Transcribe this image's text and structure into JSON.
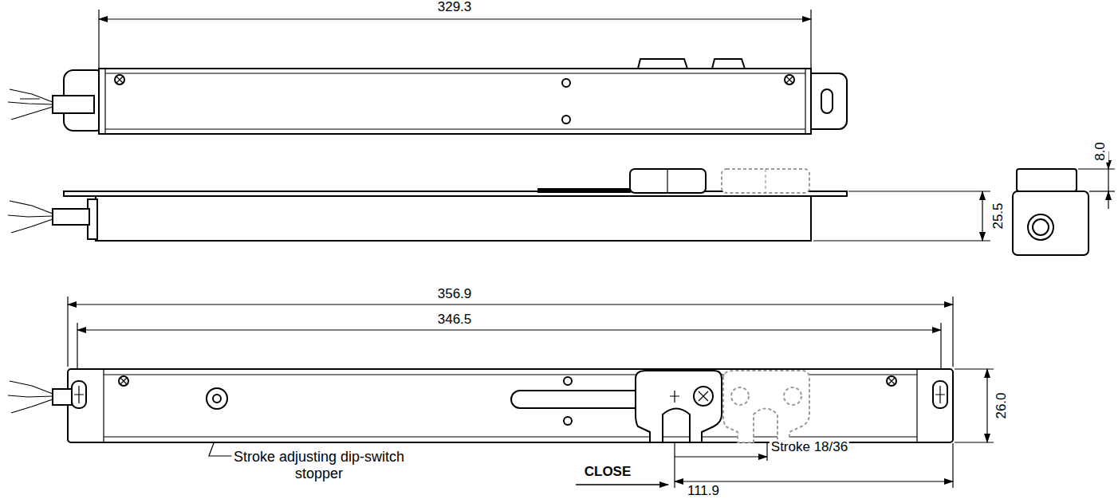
{
  "diagram": {
    "labels": [
      "329.3",
      "8.0",
      "25.5",
      "356.9",
      "346.5",
      "26.0",
      "Stroke adjusting dip-switch stopper",
      "CLOSE",
      "Stroke 18/36",
      "111.9"
    ]
  }
}
